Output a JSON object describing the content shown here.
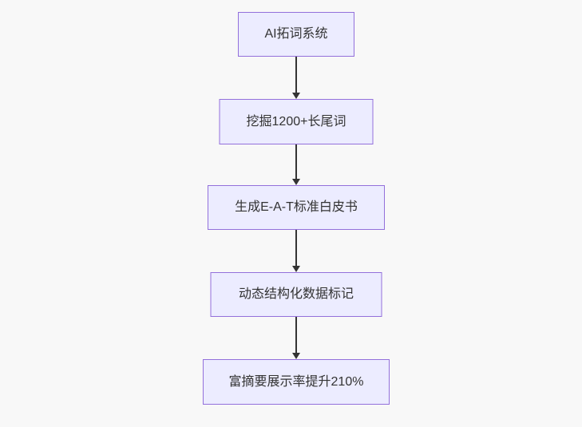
{
  "diagram": {
    "type": "flowchart",
    "direction": "top-down",
    "nodes": [
      {
        "id": "node-1",
        "label": "AI拓词系统"
      },
      {
        "id": "node-2",
        "label": "挖掘1200+长尾词"
      },
      {
        "id": "node-3",
        "label": "生成E-A-T标准白皮书"
      },
      {
        "id": "node-4",
        "label": "动态结构化数据标记"
      },
      {
        "id": "node-5",
        "label": "富摘要展示率提升210%"
      }
    ],
    "edges": [
      {
        "from": "node-1",
        "to": "node-2"
      },
      {
        "from": "node-2",
        "to": "node-3"
      },
      {
        "from": "node-3",
        "to": "node-4"
      },
      {
        "from": "node-4",
        "to": "node-5"
      }
    ],
    "colors": {
      "background": "#f8f8f8",
      "node_fill": "#ECECFF",
      "node_border": "#9370DB",
      "edge": "#333333",
      "text": "#333333"
    }
  }
}
